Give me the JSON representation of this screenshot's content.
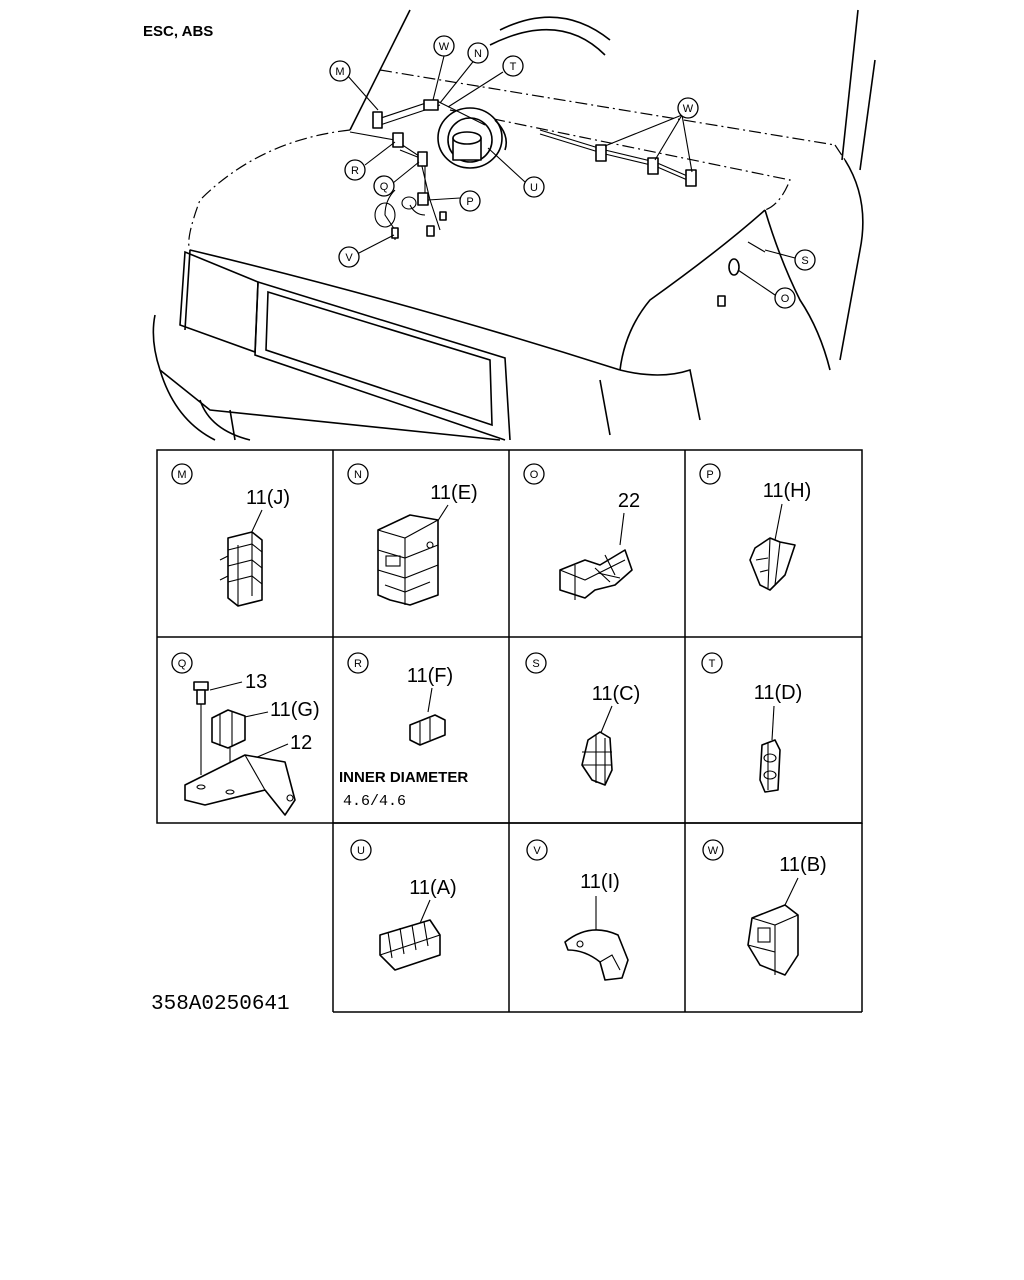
{
  "header": {
    "title": "ESC, ABS"
  },
  "overview": {
    "callouts": [
      {
        "id": "m",
        "letter": "M"
      },
      {
        "id": "w1",
        "letter": "W"
      },
      {
        "id": "n",
        "letter": "N"
      },
      {
        "id": "t",
        "letter": "T"
      },
      {
        "id": "w2",
        "letter": "W"
      },
      {
        "id": "r",
        "letter": "R"
      },
      {
        "id": "q",
        "letter": "Q"
      },
      {
        "id": "u",
        "letter": "U"
      },
      {
        "id": "p",
        "letter": "P"
      },
      {
        "id": "v",
        "letter": "V"
      },
      {
        "id": "s",
        "letter": "S"
      },
      {
        "id": "o",
        "letter": "O"
      }
    ]
  },
  "cells": [
    {
      "letter": "M",
      "part": "11(J)"
    },
    {
      "letter": "N",
      "part": "11(E)"
    },
    {
      "letter": "O",
      "part": "22"
    },
    {
      "letter": "P",
      "part": "11(H)"
    },
    {
      "letter": "Q",
      "parts": [
        "13",
        "11(G)",
        "12"
      ]
    },
    {
      "letter": "R",
      "part": "11(F)",
      "note_label": "INNER DIAMETER",
      "note_value": "4.6/4.6"
    },
    {
      "letter": "S",
      "part": "11(C)"
    },
    {
      "letter": "T",
      "part": "11(D)"
    },
    {
      "letter": "U",
      "part": "11(A)"
    },
    {
      "letter": "V",
      "part": "11(I)"
    },
    {
      "letter": "W",
      "part": "11(B)"
    }
  ],
  "footer": {
    "code": "358A0250641"
  }
}
